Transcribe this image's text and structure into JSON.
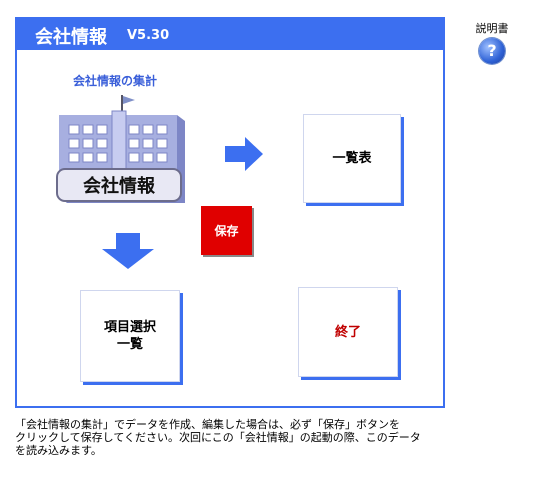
{
  "window": {
    "title": "会社情報",
    "version": "V5.30"
  },
  "help": {
    "label": "説明書",
    "icon": "help-icon",
    "glyph": "?"
  },
  "main": {
    "aggregation_label": "会社情報の集計",
    "company_icon_label": "会社情報",
    "list_button": "一覧表",
    "save_button": "保存",
    "item_select_button_line1": "項目選択",
    "item_select_button_line2": "一覧",
    "exit_button": "終了"
  },
  "footer": {
    "line1": "「会社情報の集計」でデータを作成、編集した場合は、必ず「保存」ボタンを",
    "line2": "クリックして保存してください。次回にこの「会社情報」の起動の際、このデータ",
    "line3": "を読み込みます。"
  },
  "colors": {
    "accent": "#3c6ff0",
    "save": "#e00000",
    "exit_text": "#c00000"
  }
}
